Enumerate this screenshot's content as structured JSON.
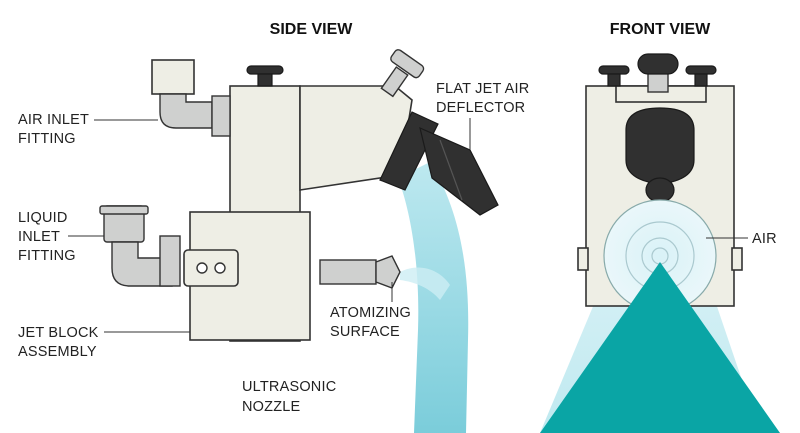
{
  "views": {
    "side_title": "SIDE VIEW",
    "front_title": "FRONT VIEW"
  },
  "labels": {
    "air_inlet": [
      "AIR INLET",
      "FITTING"
    ],
    "liquid_inlet": [
      "LIQUID",
      "INLET",
      "FITTING"
    ],
    "jet_block": [
      "JET BLOCK",
      "ASSEMBLY"
    ],
    "ultrasonic": [
      "ULTRASONIC",
      "NOZZLE"
    ],
    "atomizing": [
      "ATOMIZING",
      "SURFACE"
    ],
    "deflector": [
      "FLAT JET AIR",
      "DEFLECTOR"
    ],
    "air": "AIR"
  },
  "colors": {
    "teal_spray": "#0aa5a5",
    "light_spray": "#7fd0dc",
    "mist": "#c9ecf3",
    "body": "#eeeee5",
    "dark_part": "#303030"
  }
}
